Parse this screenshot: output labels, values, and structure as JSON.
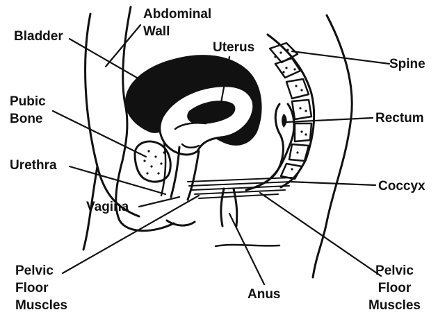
{
  "labels": {
    "abdominal_wall": [
      "Abdominal",
      "Wall"
    ],
    "bladder": "Bladder",
    "uterus": "Uterus",
    "spine": "Spine",
    "pubic_bone": [
      "Pubic",
      "Bone"
    ],
    "rectum": "Rectum",
    "urethra": "Urethra",
    "coccyx": "Coccyx",
    "vagina": "Vagina",
    "pelvic_floor_left": [
      "Pelvic",
      "Floor",
      "Muscles"
    ],
    "anus": "Anus",
    "pelvic_floor_right": [
      "Pelvic",
      "Floor",
      "Muscles"
    ]
  },
  "colors": {
    "ink": "#111111",
    "background": "#ffffff"
  }
}
